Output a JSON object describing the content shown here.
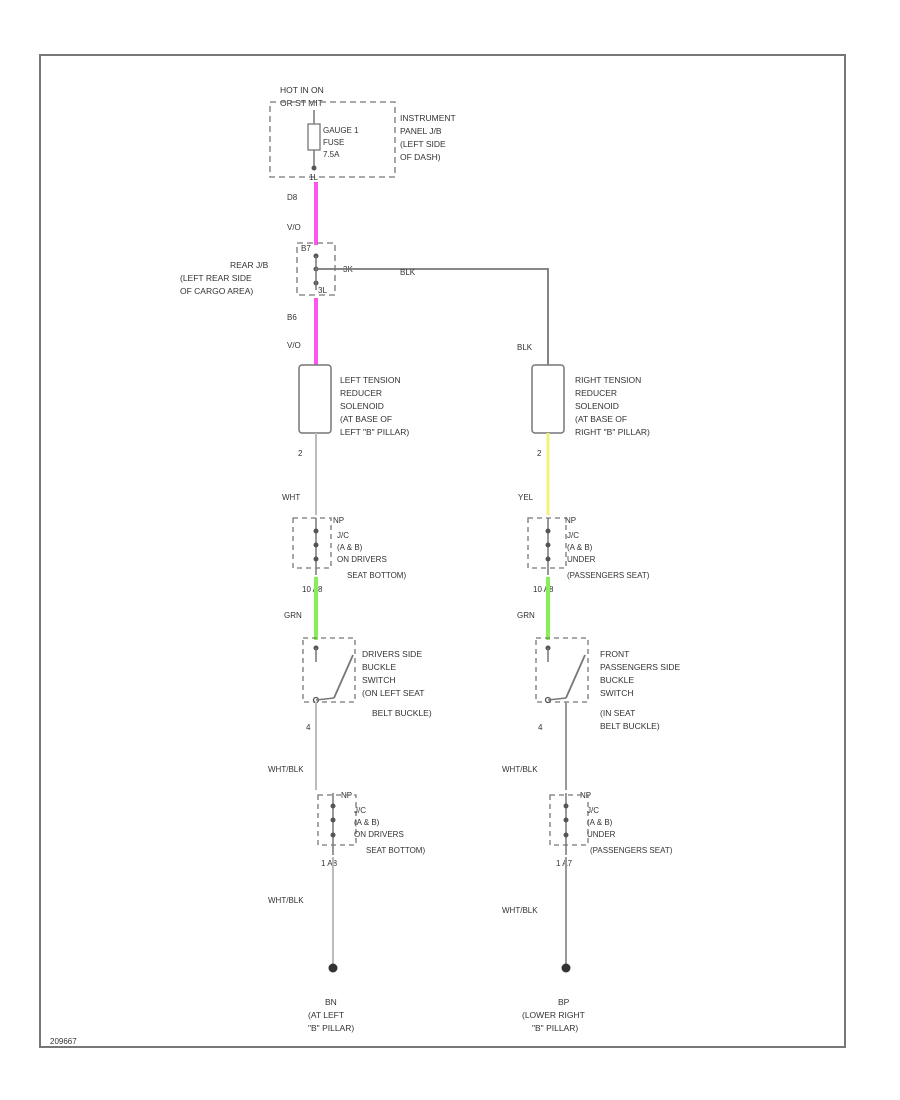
{
  "power": {
    "hot_line1": "HOT IN ON",
    "hot_line2": "OR ST MIT"
  },
  "fuse_block": {
    "name_lines": [
      "INSTRUMENT",
      "PANEL J/B",
      "(LEFT SIDE",
      "OF DASH)"
    ],
    "fuse_lines": [
      "GAUGE 1",
      "FUSE",
      "7.5A"
    ],
    "pin": "1L"
  },
  "upper_wire": {
    "pin_top": "D8",
    "color": "V/O",
    "color_hex": "#ff55ee"
  },
  "rear_jb": {
    "name_lines": [
      "REAR J/B",
      "(LEFT REAR SIDE",
      "OF CARGO AREA)"
    ],
    "pin_top": "B7",
    "pin_right": "3K",
    "pin_bottom": "3L",
    "branch_wire_color": "BLK"
  },
  "mid_wire": {
    "pin": "B6",
    "color": "V/O",
    "color_hex": "#ff55ee"
  },
  "left_solenoid": {
    "name_lines": [
      "LEFT TENSION",
      "REDUCER",
      "SOLENOID",
      "(AT BASE OF",
      "LEFT \"B\" PILLAR)"
    ],
    "pin_out": "2",
    "wire_color": "WHT",
    "connector_top": "NP",
    "connector_lines": [
      "J/C",
      "(A & B)",
      "ON DRIVERS",
      "SEAT BOTTOM)"
    ],
    "connector_pins": "10   A8",
    "wire2_color": "GRN",
    "wire2_hex": "#88ee55"
  },
  "right_solenoid": {
    "wire_in_color": "BLK",
    "name_lines": [
      "RIGHT TENSION",
      "REDUCER",
      "SOLENOID",
      "(AT BASE OF",
      "RIGHT \"B\" PILLAR)"
    ],
    "pin_out": "2",
    "wire_color": "YEL",
    "wire_hex": "#f2f27a",
    "connector_top": "NP",
    "connector_lines": [
      "J/C",
      "(A & B)",
      "UNDER",
      "(PASSENGERS SEAT)"
    ],
    "connector_pins": "10   A8",
    "wire2_color": "GRN",
    "wire2_hex": "#88ee55"
  },
  "left_buckle": {
    "name_lines": [
      "DRIVERS SIDE",
      "BUCKLE",
      "SWITCH",
      "(ON LEFT SEAT",
      "BELT BUCKLE)"
    ],
    "pin_out": "4",
    "wire_color": "WHT/BLK",
    "connector_top": "NP",
    "connector_lines": [
      "J/C",
      "(A & B)",
      "ON DRIVERS",
      "SEAT BOTTOM)"
    ],
    "connector_pins": "1   A8",
    "wire2_color": "WHT/BLK",
    "ground_id": "BN",
    "ground_lines": [
      "(AT LEFT",
      "\"B\" PILLAR)"
    ]
  },
  "right_buckle": {
    "name_lines": [
      "FRONT",
      "PASSENGERS SIDE",
      "BUCKLE",
      "SWITCH",
      "(IN SEAT",
      "BELT BUCKLE)"
    ],
    "pin_out": "4",
    "wire_color": "WHT/BLK",
    "connector_top": "NP",
    "connector_lines": [
      "J/C",
      "(A & B)",
      "UNDER",
      "(PASSENGERS SEAT)"
    ],
    "connector_pins": "1   A7",
    "wire2_color": "WHT/BLK",
    "ground_id": "BP",
    "ground_lines": [
      "(LOWER RIGHT",
      "\"B\" PILLAR)"
    ]
  },
  "footer_code": "209667"
}
